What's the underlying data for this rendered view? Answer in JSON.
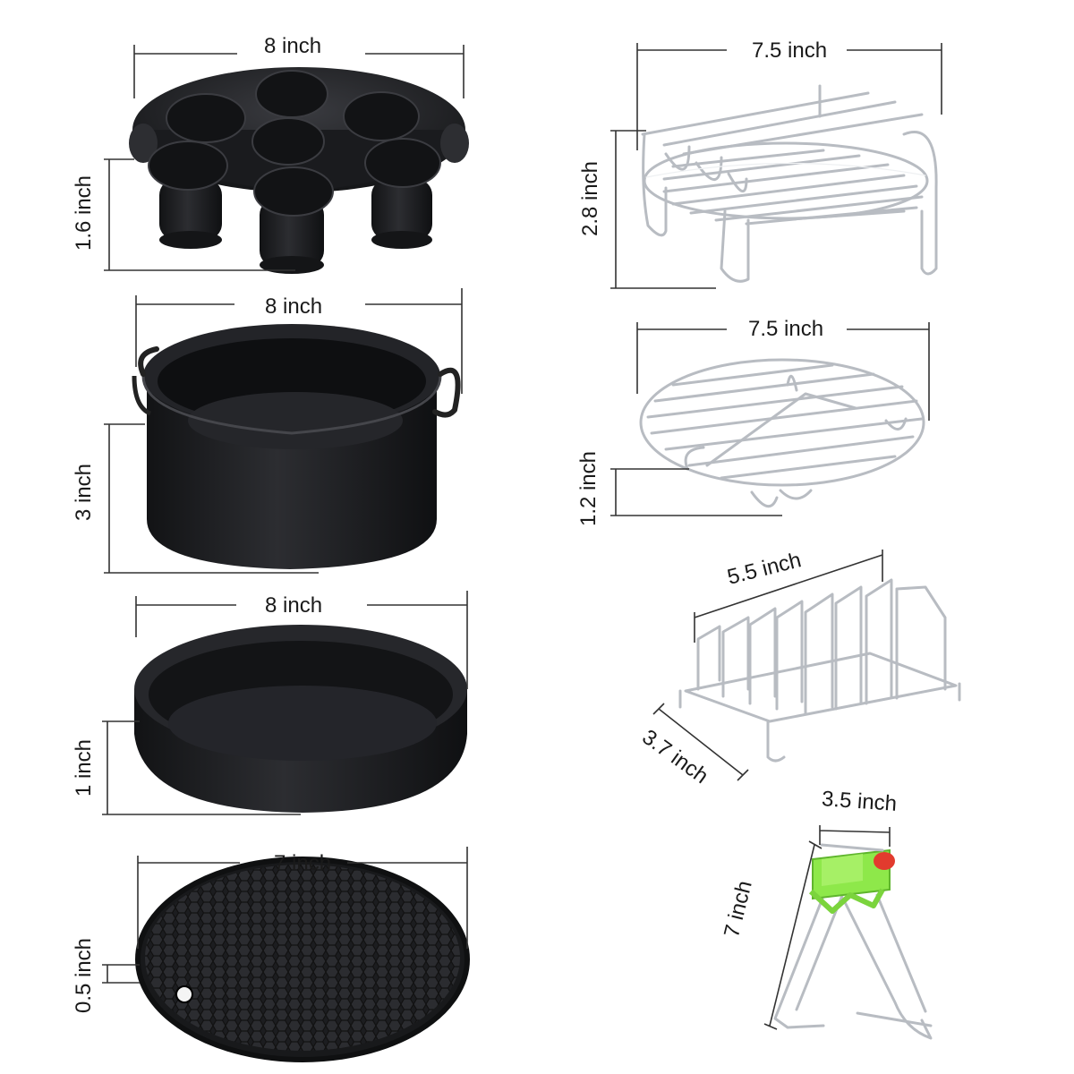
{
  "colors": {
    "pan": "#1c1d20",
    "pan_inner": "#2a2b2f",
    "wire": "#b8bcc2",
    "clip_green": "#8ee84a",
    "clip_red": "#e23b2e"
  },
  "accessories": [
    {
      "id": "cake-barrel",
      "width_label": "8 inch",
      "height_label": "3 inch"
    },
    {
      "id": "steaming-rack",
      "width_label": "7.5 inch",
      "height_label": "1.2 inch"
    },
    {
      "id": "pizza-pan",
      "width_label": "8 inch",
      "height_label": "1 inch"
    },
    {
      "id": "skewer-rack",
      "width_label": "5.5 inch",
      "depth_label": "3.7 inch"
    },
    {
      "id": "silicone-mat",
      "width_label": "7 inch",
      "height_label": "0.5 inch"
    },
    {
      "id": "dish-clip",
      "width_label": "3.5 inch",
      "height_label": "7 inch"
    },
    {
      "id": "muffin-tray",
      "width_label": "8 inch",
      "height_label": "1.6 inch"
    },
    {
      "id": "multi-rack",
      "width_label": "7.5 inch",
      "height_label": "2.8 inch"
    }
  ]
}
